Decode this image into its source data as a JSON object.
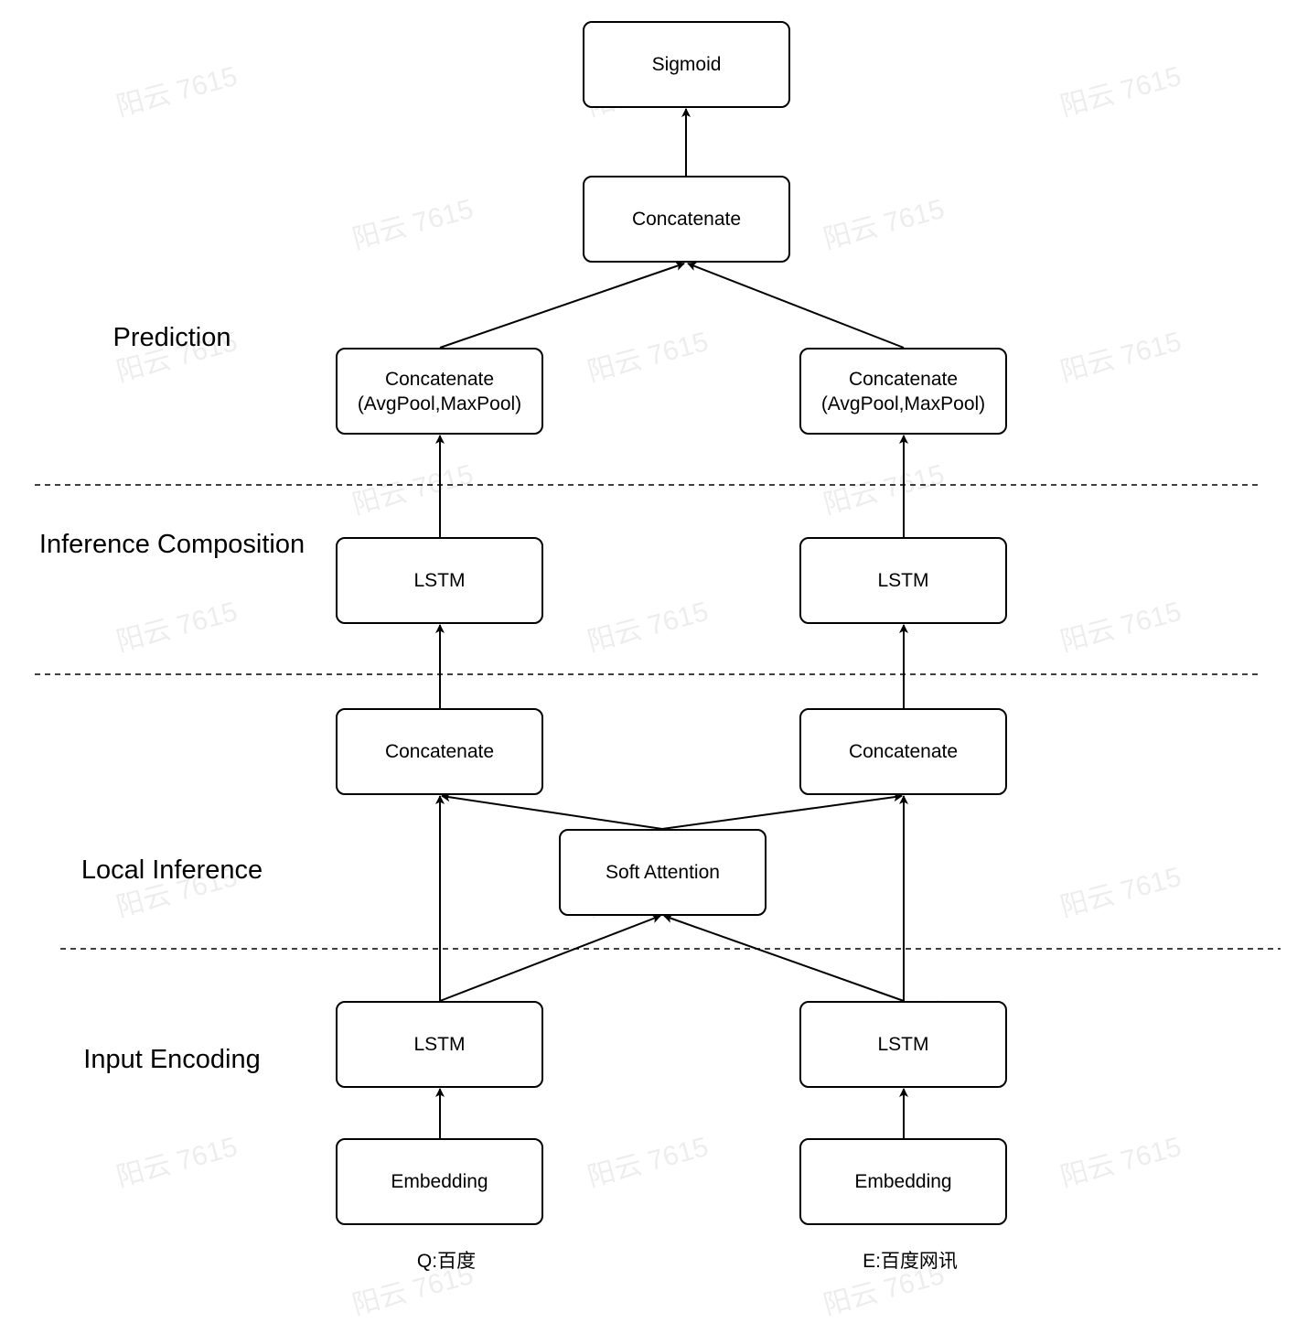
{
  "sections": {
    "prediction": "Prediction",
    "inference_composition": "Inference Composition",
    "local_inference": "Local Inference",
    "input_encoding": "Input Encoding"
  },
  "nodes": {
    "sigmoid": "Sigmoid",
    "concat_top": "Concatenate",
    "pool_left": "Concatenate\n(AvgPool,MaxPool)",
    "pool_right": "Concatenate\n(AvgPool,MaxPool)",
    "lstm_comp_left": "LSTM",
    "lstm_comp_right": "LSTM",
    "concat_local_left": "Concatenate",
    "concat_local_right": "Concatenate",
    "soft_attention": "Soft Attention",
    "lstm_enc_left": "LSTM",
    "lstm_enc_right": "LSTM",
    "embedding_left": "Embedding",
    "embedding_right": "Embedding"
  },
  "inputs": {
    "left": "Q:百度",
    "right": "E:百度网讯"
  },
  "watermark": "阳云 7615",
  "colors": {
    "line": "#000000",
    "watermark": "rgba(0,0,0,0.07)"
  }
}
